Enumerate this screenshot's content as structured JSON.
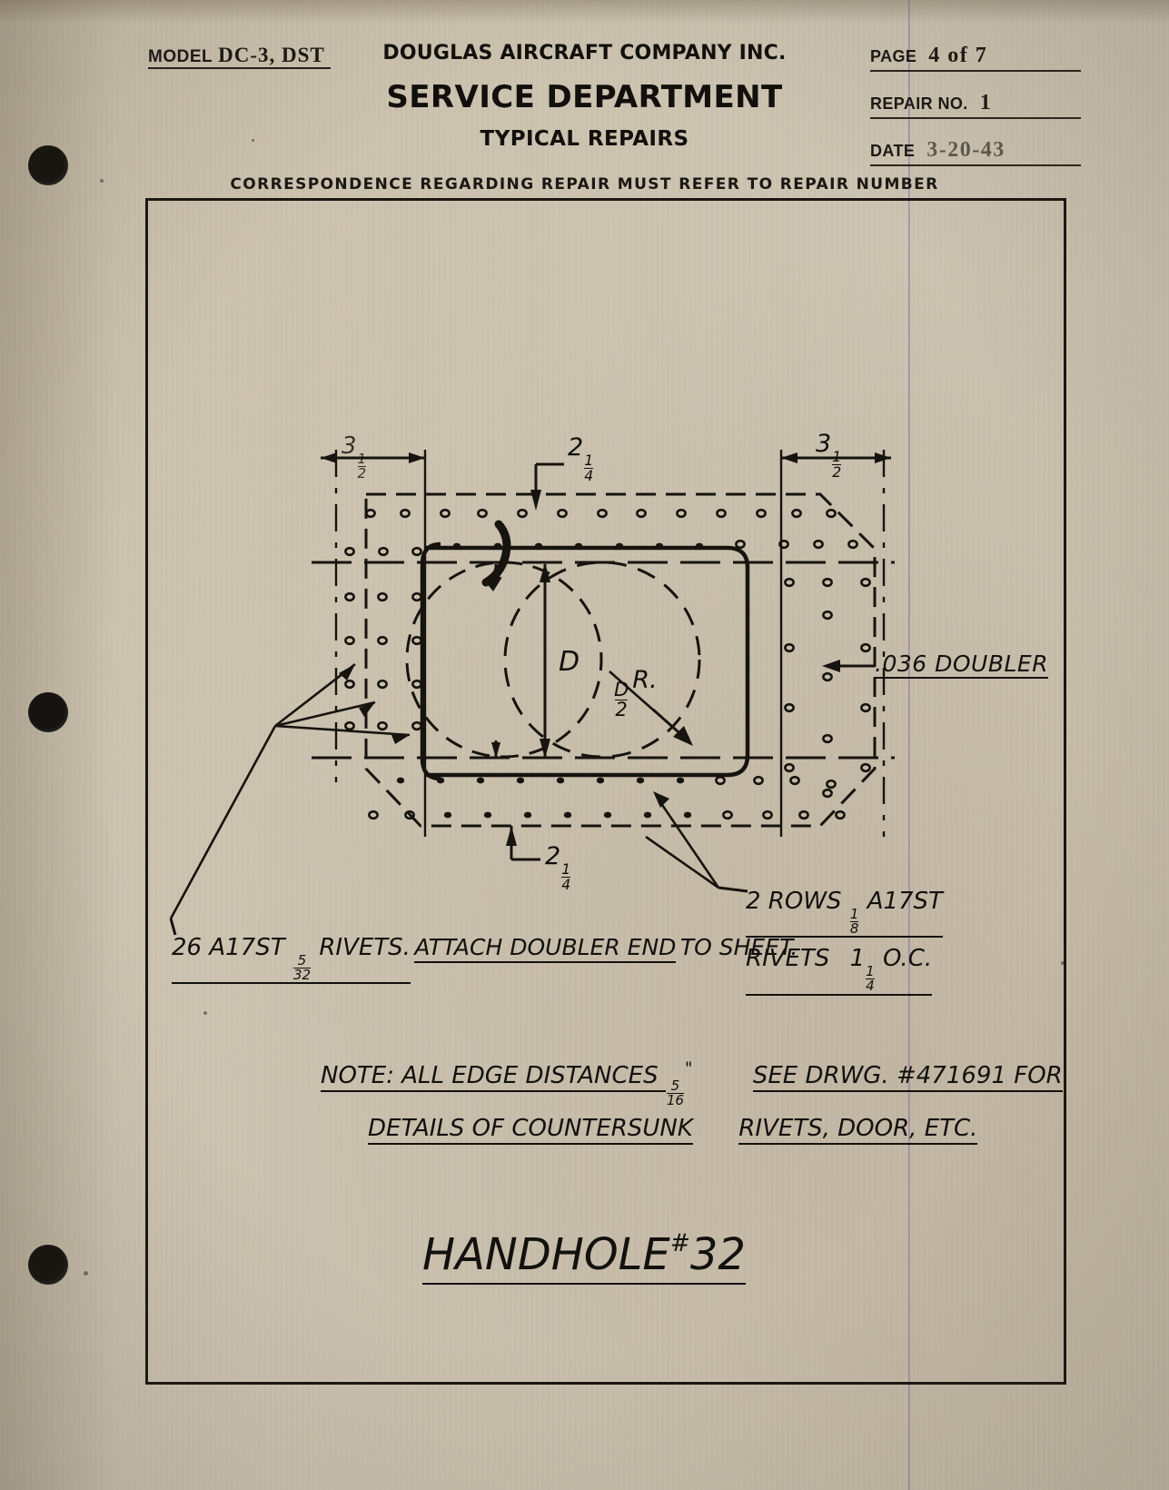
{
  "header": {
    "model_label": "MODEL",
    "model_value": "DC-3, DST",
    "company": "DOUGLAS AIRCRAFT COMPANY INC.",
    "department": "SERVICE DEPARTMENT",
    "subtitle": "TYPICAL REPAIRS",
    "page_label": "PAGE",
    "page_value": "4 of 7",
    "repair_label": "REPAIR NO.",
    "repair_value": "1",
    "date_label": "DATE",
    "date_value": "3-20-43",
    "correspondence": "CORRESPONDENCE REGARDING REPAIR MUST REFER TO REPAIR NUMBER"
  },
  "drawing": {
    "title": "HANDHOLE",
    "title_hash": "#",
    "title_number": "32",
    "dimensions": {
      "left_width_whole": "3",
      "left_width_num": "1",
      "left_width_den": "2",
      "right_width_whole": "3",
      "right_width_num": "1",
      "right_width_den": "2",
      "top_offset_whole": "2",
      "top_offset_num": "1",
      "top_offset_den": "4",
      "bottom_offset_whole": "2",
      "bottom_offset_num": "1",
      "bottom_offset_den": "4",
      "diameter_label": "D",
      "radius_num": "D",
      "radius_den": "2",
      "radius_suffix": "R."
    },
    "doubler_callout": ".036 DOUBLER",
    "rivet_note_left": {
      "line1_a": "26 A17ST",
      "line1_num": "5",
      "line1_den": "32",
      "line1_b": "RIVETS.",
      "line2": "ATTACH DOUBLER END",
      "line3": "TO SHEET."
    },
    "rivet_note_right": {
      "line1_a": "2 ROWS",
      "line1_num": "1",
      "line1_den": "8",
      "line1_b": "A17ST",
      "line2_a": "RIVETS",
      "line2_whole": "1",
      "line2_num": "1",
      "line2_den": "4",
      "line2_b": "O.C."
    },
    "note": {
      "line1_a": "NOTE: ALL EDGE DISTANCES",
      "line1_num": "5",
      "line1_den": "16",
      "line1_unit": "\"",
      "line2": "SEE DRWG. #471691 FOR",
      "line3": "DETAILS OF COUNTERSUNK",
      "line4": "RIVETS, DOOR, ETC."
    }
  },
  "colors": {
    "paper": "#cdc4b2",
    "ink": "#13110e",
    "punch": "#14120f",
    "purple_artifact": "#7e5caa"
  }
}
